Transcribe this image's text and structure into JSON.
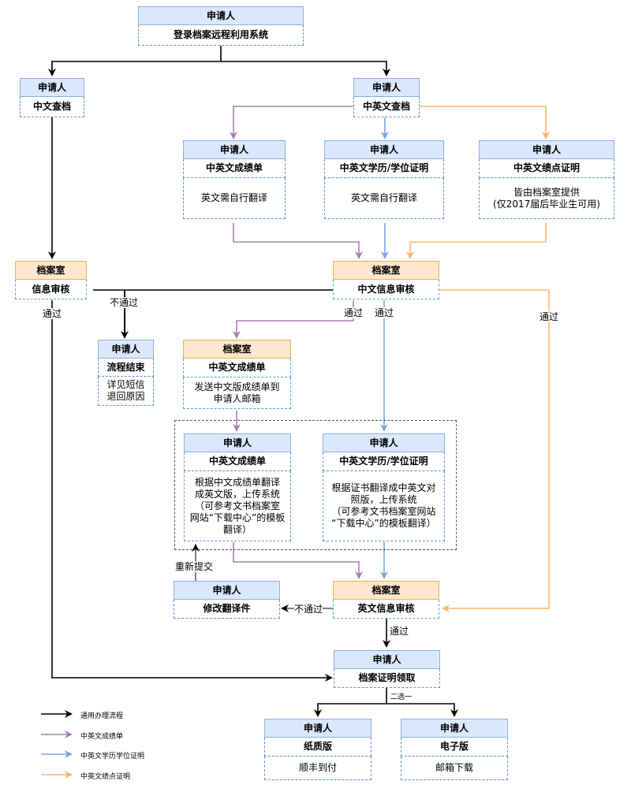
{
  "colors": {
    "general": "#000000",
    "transcript": "#a680b8",
    "diploma": "#7ea6e0",
    "gpa": "#ffb570",
    "applicant_header": "#dae8fc",
    "archive_header": "#ffe6cc"
  },
  "nodes": {
    "login": {
      "header": "申请人",
      "rows": [
        "登录档案远程利用系统"
      ]
    },
    "cn_query": {
      "header": "申请人",
      "rows": [
        "中文查档"
      ]
    },
    "cn_en_query": {
      "header": "申请人",
      "rows": [
        "中英文查档"
      ]
    },
    "transcript_1": {
      "header": "申请人",
      "rows": [
        "中英文成绩单",
        "英文需自行翻译"
      ]
    },
    "diploma_1": {
      "header": "申请人",
      "rows": [
        "中英文学历/学位证明",
        "英文需自行翻译"
      ]
    },
    "gpa_1": {
      "header": "申请人",
      "rows": [
        "中英文绩点证明",
        "皆由档案室提供\n(仅2017届后毕业生可用)"
      ]
    },
    "info_review": {
      "header": "档案室",
      "rows": [
        "信息审核"
      ]
    },
    "cn_review": {
      "header": "档案室",
      "rows": [
        "中文信息审核"
      ]
    },
    "end": {
      "header": "申请人",
      "rows": [
        "流程结束",
        "详见短信\n退回原因"
      ]
    },
    "archive_transcript": {
      "header": "档案室",
      "rows": [
        "中英文成绩单",
        "发送中文版成绩单到\n申请人邮箱"
      ]
    },
    "transcript_2": {
      "header": "申请人",
      "rows": [
        "中英文成绩单",
        "根据中文成绩单翻译\n成英文版，上传系统\n（可参考文书档案室\n网站“下载中心”的模板\n翻译）"
      ]
    },
    "diploma_2": {
      "header": "申请人",
      "rows": [
        "中英文学历/学位证明",
        "根据证书翻译成中英文对\n照版，上传系统\n（可参考文书档案室网站\n“下载中心”的模板翻译）"
      ]
    },
    "modify": {
      "header": "申请人",
      "rows": [
        "修改翻译件"
      ]
    },
    "en_review": {
      "header": "档案室",
      "rows": [
        "英文信息审核"
      ]
    },
    "receive": {
      "header": "申请人",
      "rows": [
        "档案证明领取"
      ]
    },
    "paper": {
      "header": "申请人",
      "rows": [
        "纸质版",
        "顺丰到付"
      ]
    },
    "electronic": {
      "header": "申请人",
      "rows": [
        "电子版",
        "邮箱下载"
      ]
    }
  },
  "edge_labels": {
    "fail_1": "不通过",
    "pass_1": "通过",
    "pass_purple": "通过",
    "pass_blue": "通过",
    "pass_orange": "通过",
    "fail_2": "不通过",
    "pass_2": "通过",
    "resubmit": "重新提交",
    "choose_one": "二选一"
  },
  "legend": [
    {
      "label": "通用办理流程",
      "color": "#000000"
    },
    {
      "label": "中英文成绩单",
      "color": "#a680b8"
    },
    {
      "label": "中英文学历学位证明",
      "color": "#7ea6e0"
    },
    {
      "label": "中英文绩点证明",
      "color": "#ffb570"
    }
  ]
}
